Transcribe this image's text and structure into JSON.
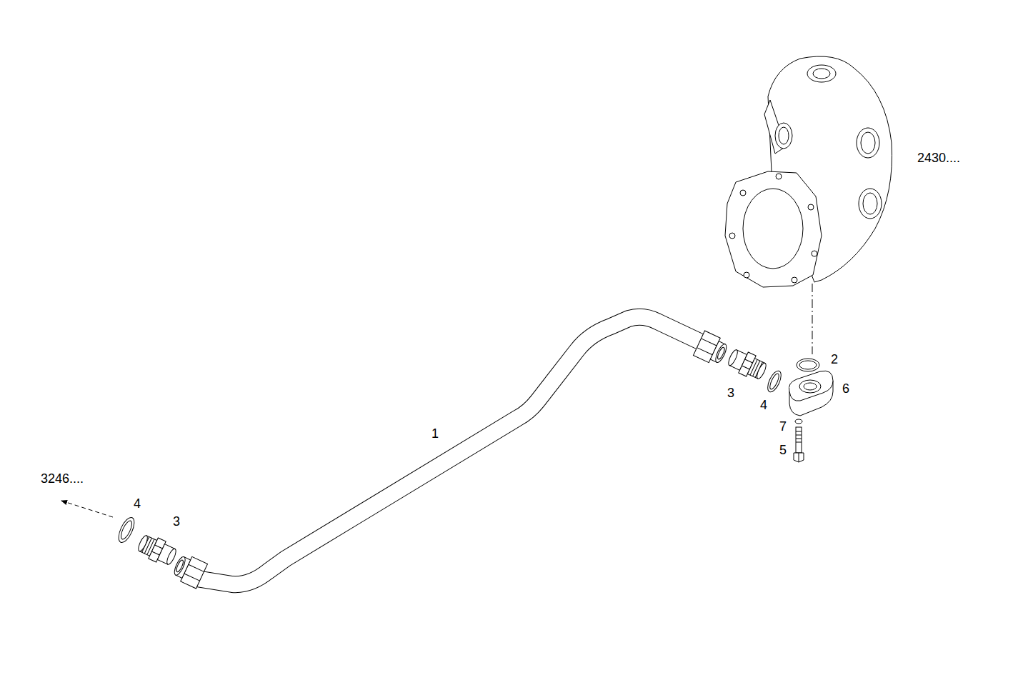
{
  "diagram": {
    "labels": [
      "2430....",
      "1",
      "2",
      "6",
      "3",
      "4",
      "7",
      "5",
      "3246....",
      "4",
      "3"
    ]
  }
}
